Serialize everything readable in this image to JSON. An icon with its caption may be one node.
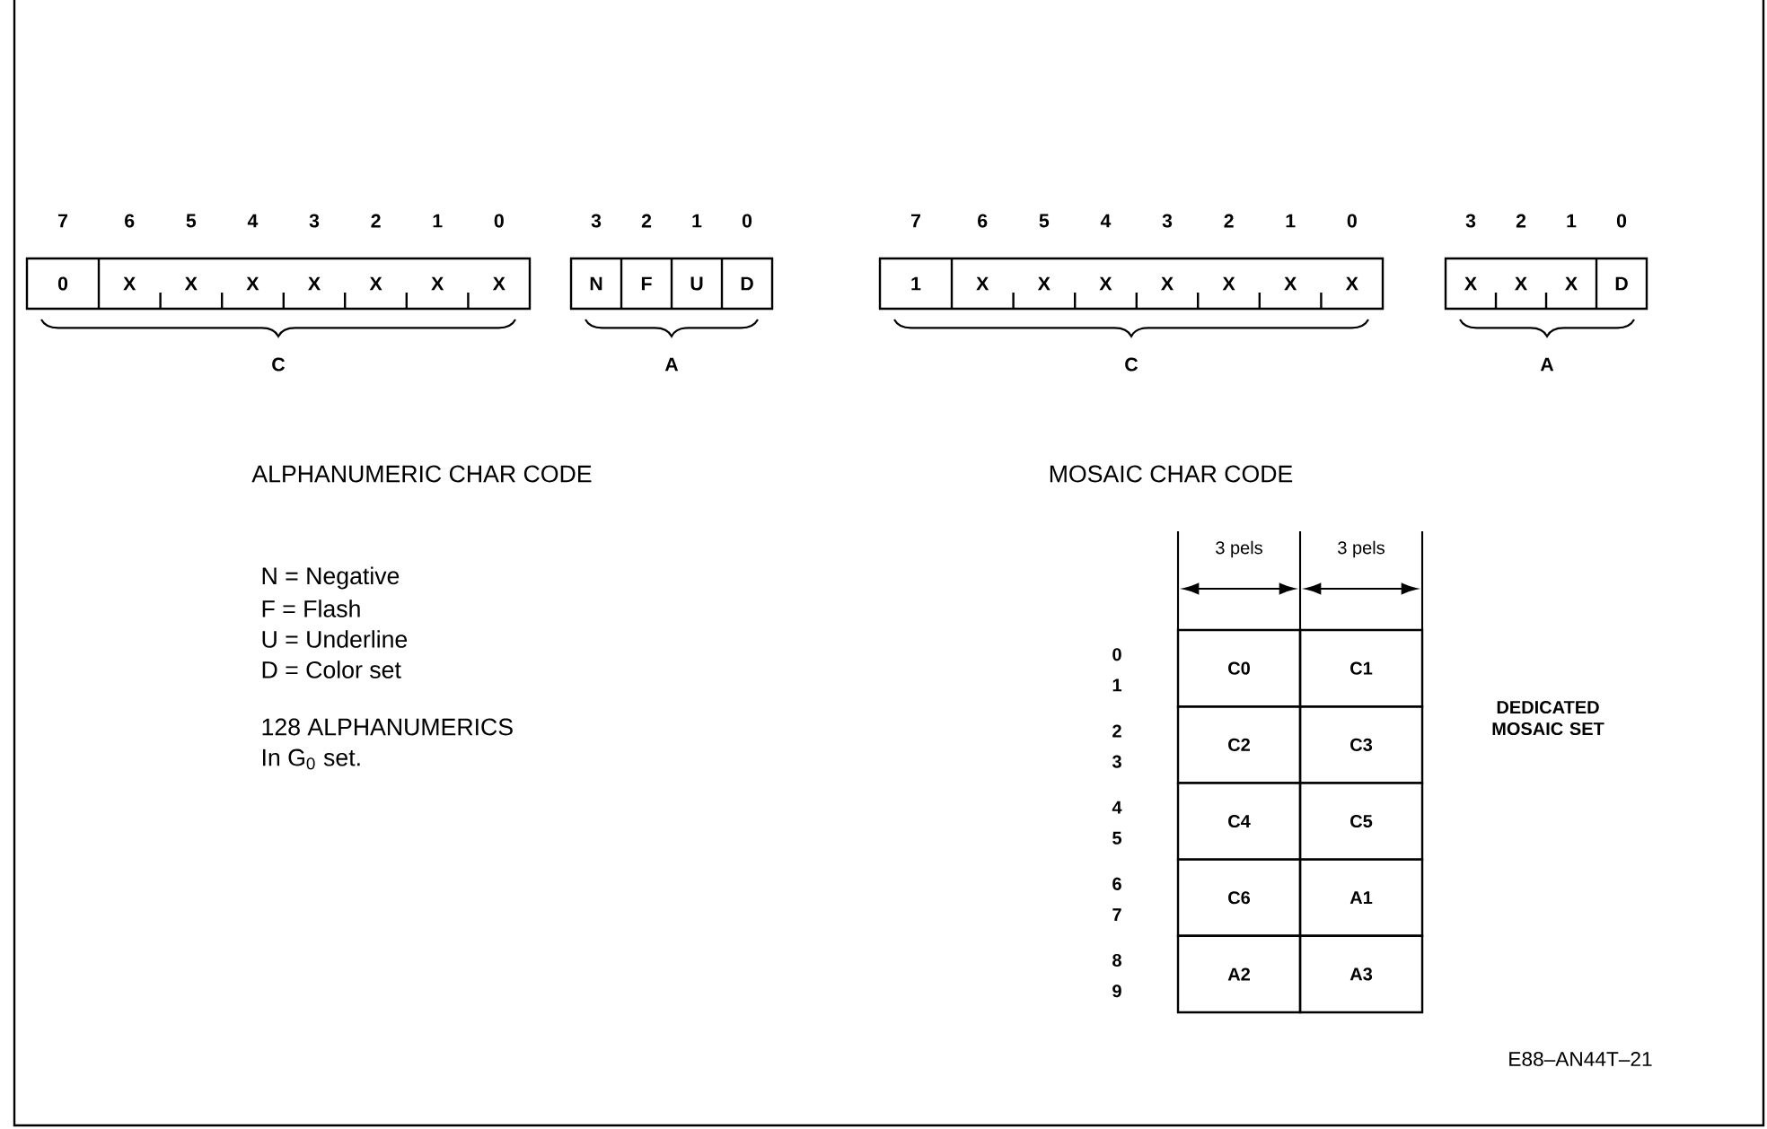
{
  "diagram": {
    "labels": [
      "7",
      "6",
      "5",
      "4",
      "3",
      "2",
      "1",
      "0",
      "3",
      "2",
      "1",
      "0",
      "7",
      "6",
      "5",
      "4",
      "3",
      "2",
      "1",
      "0",
      "3",
      "2",
      "1",
      "0",
      "0",
      "X",
      "X",
      "X",
      "X",
      "X",
      "X",
      "X",
      "N",
      "F",
      "U",
      "D",
      "1",
      "X",
      "X",
      "X",
      "X",
      "X",
      "X",
      "X",
      "X",
      "X",
      "X",
      "D",
      "C",
      "A",
      "C",
      "A",
      "ALPHANUMERIC CHAR CODE",
      "MOSAIC CHAR CODE",
      "N = Negative",
      "F = Flash",
      "U = Underline",
      "D = Color set",
      "128 ALPHANUMERICS",
      "In G$_{0}$ set.",
      "3 pels",
      "3 pels",
      "0",
      "1",
      "2",
      "3",
      "4",
      "5",
      "6",
      "7",
      "8",
      "9",
      "C0",
      "C1",
      "C2",
      "C3",
      "C4",
      "C5",
      "C6",
      "A1",
      "A2",
      "A3",
      "DEDICATED MOSAIC SET",
      "E88–AN44T–21"
    ]
  }
}
